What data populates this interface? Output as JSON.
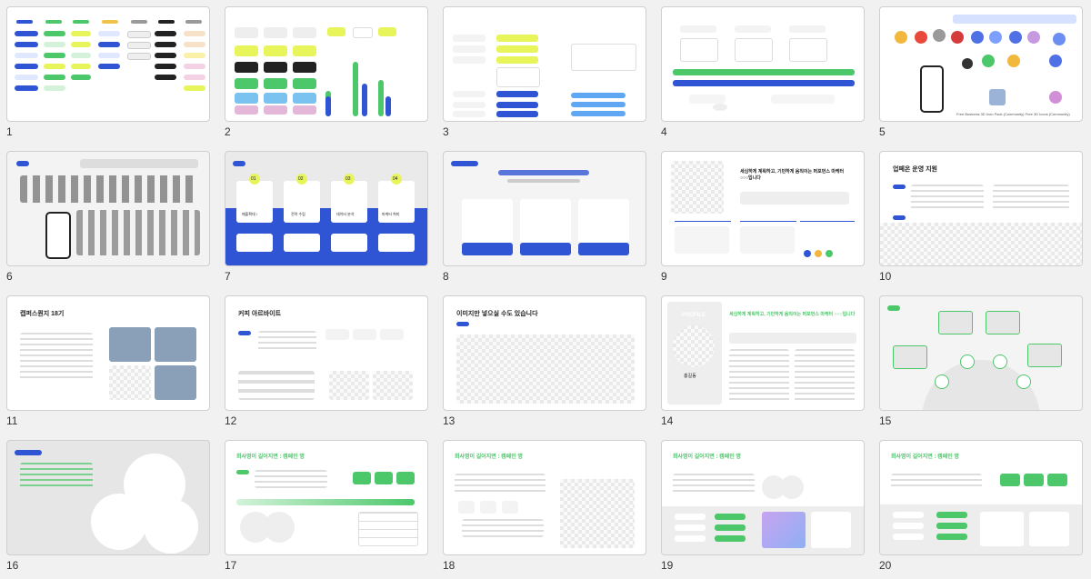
{
  "slides": [
    {
      "number": "1"
    },
    {
      "number": "2"
    },
    {
      "number": "3"
    },
    {
      "number": "4"
    },
    {
      "number": "5"
    },
    {
      "number": "6"
    },
    {
      "number": "7"
    },
    {
      "number": "8"
    },
    {
      "number": "9"
    },
    {
      "number": "10"
    },
    {
      "number": "11"
    },
    {
      "number": "12"
    },
    {
      "number": "13"
    },
    {
      "number": "14"
    },
    {
      "number": "15"
    },
    {
      "number": "16"
    },
    {
      "number": "17"
    },
    {
      "number": "18"
    },
    {
      "number": "19"
    },
    {
      "number": "20"
    }
  ],
  "thumb_text": {
    "s10_title": "업페온 운영 지원",
    "s11_title": "캡퍼스퀀지 18기",
    "s12_title": "커피 아르바이트",
    "s13_title": "이미지만 넣으실 수도 있습니다",
    "s14_profile": "PROFILE",
    "s17_title": "회사명이 길어지면 : 캠페인 명",
    "s18_title": "회사명이 길어지면 : 캠페인 명",
    "s19_title": "회사명이 길어지면 : 캠페인 명",
    "s20_title": "회사명이 길어지면 : 캠페인 명",
    "s9_headline": "세심하게 계획하고, 기민하게 움직이는 퍼포먼스 마케터 ○○○입니다",
    "s14_headline": "세심하게 계획하고, 기민하게 움직이는 퍼포먼스 마케터 ○○○입니다",
    "s5_footer": "Free Business 3D Icon Pack (Community)   Free 3D Icons (Community)",
    "s7_nums": [
      "01",
      "02",
      "03",
      "04"
    ],
    "s7_labels": [
      "매출확대 !",
      "전략 수립",
      "데이터 분석",
      "마케터 취미"
    ],
    "s14_name": "홍길동"
  },
  "colors": {
    "green": "#4cc86a",
    "yellow": "#e8f55a",
    "blue": "#2f55d4",
    "black": "#222222",
    "bg": "#f1f1f1"
  }
}
